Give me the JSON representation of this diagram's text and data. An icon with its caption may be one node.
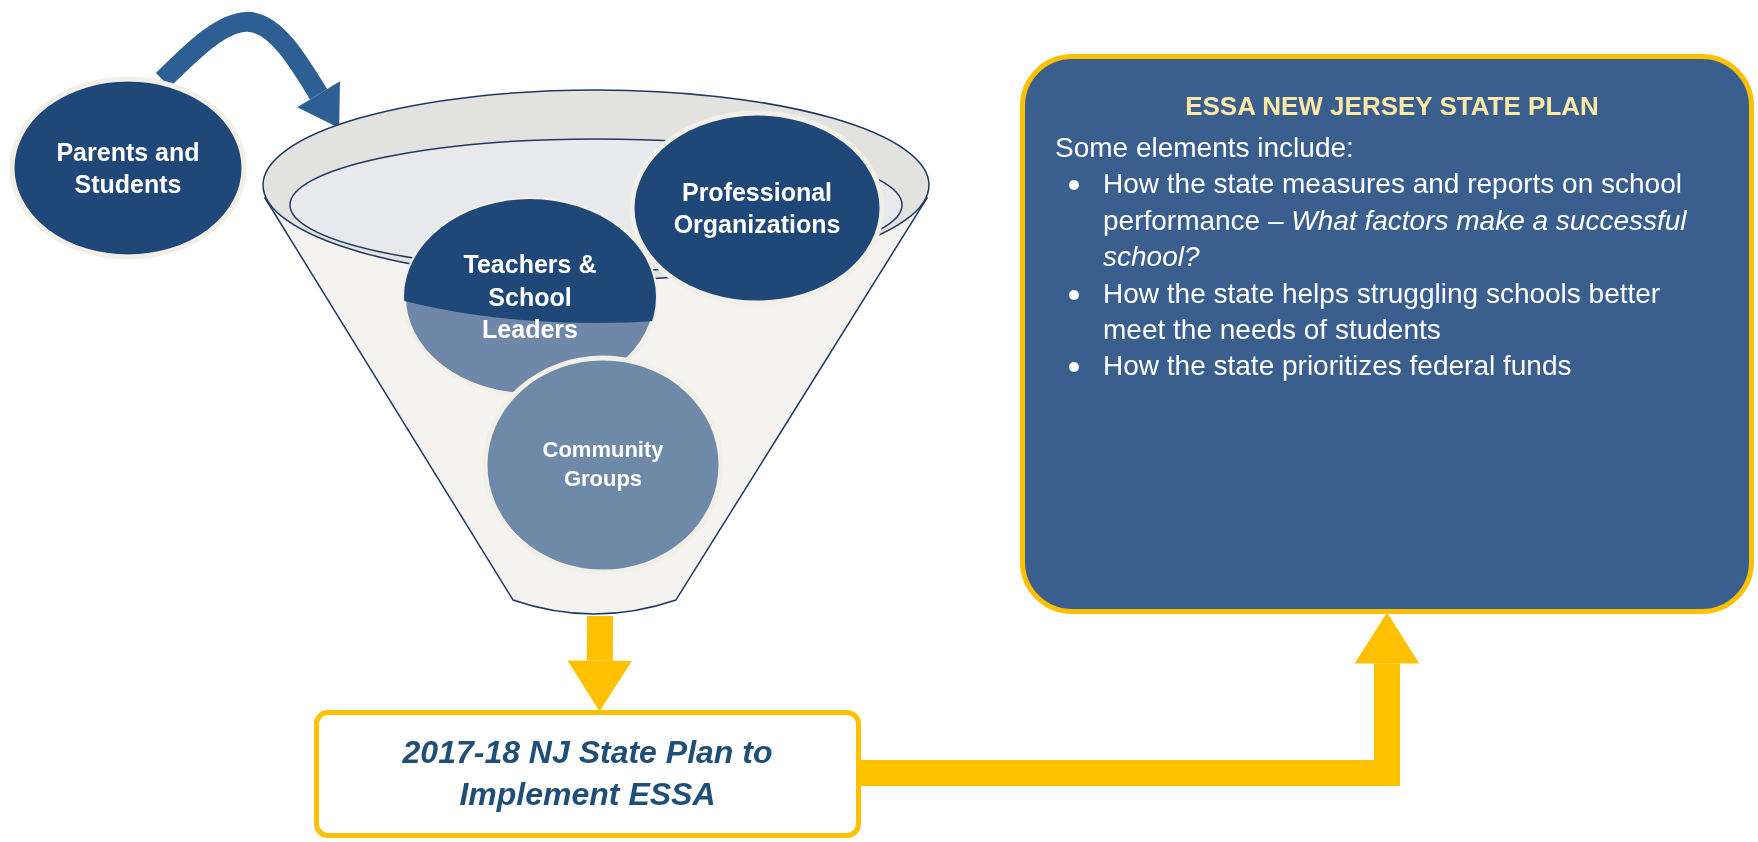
{
  "diagram": {
    "nodes": [
      {
        "text": [
          "Parents and Students"
        ]
      },
      {
        "text": [],
        "shape": "funnel"
      },
      {
        "text": [
          "Teachers & School Leaders"
        ],
        "in": 1
      },
      {
        "text": [
          "Professional Organizations"
        ]
      },
      {
        "text": [
          "Community Groups"
        ],
        "in": 1
      },
      {
        "text": [
          "2017-18 NJ State Plan to Implement ESSA"
        ]
      },
      {
        "text": [
          "ESSA NEW JERSEY STATE PLAN",
          "Some elements include:",
          "How the state measures and reports on school performance – *What factors make a successful school?*",
          "How the state helps struggling schools better meet the needs of students",
          "How the state prioritizes federal funds"
        ]
      }
    ],
    "edges": [
      {
        "from": 0,
        "to": 1,
        "arrow": "to",
        "color": "#2e5f94"
      },
      {
        "from": 1,
        "to": 5,
        "arrow": "to"
      },
      {
        "from": 5,
        "to": 6,
        "arrow": "to"
      }
    ]
  }
}
